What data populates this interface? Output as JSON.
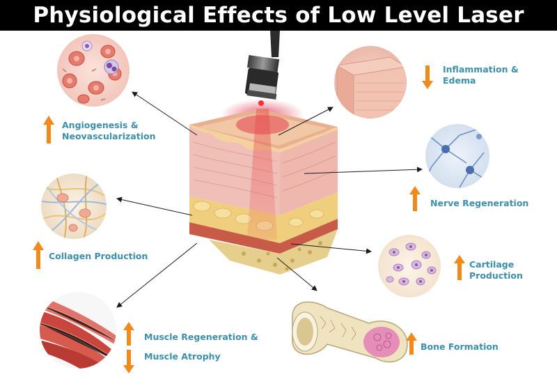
{
  "title": "Physiological Effects of Low Level Laser",
  "colors": {
    "label": "#3c8fae",
    "indicator_arrow": "#f08a1c",
    "pointer_line": "#1a1a1a",
    "title_bar": "#000000"
  },
  "effects": [
    {
      "id": "angiogenesis",
      "line1": "Angiogenesis &",
      "line2": "Neovascularization",
      "indicator": "up",
      "icon": "blood-cells-illustration"
    },
    {
      "id": "collagen",
      "line1": "Collagen Production",
      "indicator": "up",
      "icon": "collagen-fibers-illustration"
    },
    {
      "id": "muscle",
      "line1": "Muscle Regeneration &",
      "line2": "Muscle Atrophy",
      "indicator": "up-and-down",
      "icon": "muscle-fibers-illustration"
    },
    {
      "id": "inflammation",
      "line1": "Inflammation &",
      "line2": "Edema",
      "indicator": "down",
      "icon": "skin-tissue-illustration"
    },
    {
      "id": "nerve",
      "line1": "Nerve Regeneration",
      "indicator": "up",
      "icon": "neuron-illustration"
    },
    {
      "id": "cartilage",
      "line1": "Cartilage",
      "line2": "Production",
      "indicator": "up",
      "icon": "cartilage-cells-illustration"
    },
    {
      "id": "bone",
      "line1": "Bone Formation",
      "indicator": "up",
      "icon": "bone-illustration"
    }
  ],
  "center_icon": "skin-cross-section-illustration",
  "device_icon": "laser-probe-icon"
}
